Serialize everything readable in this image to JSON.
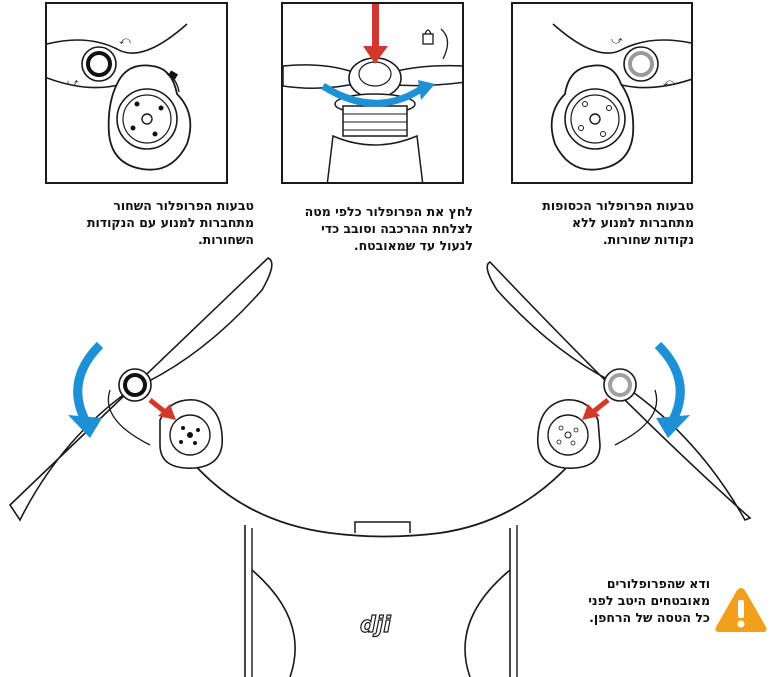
{
  "panels": [
    {
      "id": "black-ring",
      "caption": [
        "טבעות הפרופלור השחור",
        "מתחברות למנוע עם הנקודות",
        "השחורות."
      ]
    },
    {
      "id": "mount",
      "caption": [
        "לחץ את הפרופלור כלפי מטה",
        "לצלחת ההרכבה וסובב כדי",
        "לנעול עד שמאובטח."
      ]
    },
    {
      "id": "silver-ring",
      "caption": [
        "טבעות הפרופלור הכסופות",
        "מתחברות למנוע ללא",
        "נקודות שחורות."
      ]
    }
  ],
  "warning": {
    "lines": [
      "ודא שהפרופלורים",
      "מאובטחים היטב לפני",
      "כל הטסה של הרחפן."
    ],
    "icon": "warning-triangle-icon",
    "color": "#f2a01b"
  },
  "brand": {
    "logo_text": "dji"
  },
  "colors": {
    "arrow_blue": "#1e90d6",
    "arrow_red": "#d13a2a",
    "line": "#1a1a1a"
  }
}
